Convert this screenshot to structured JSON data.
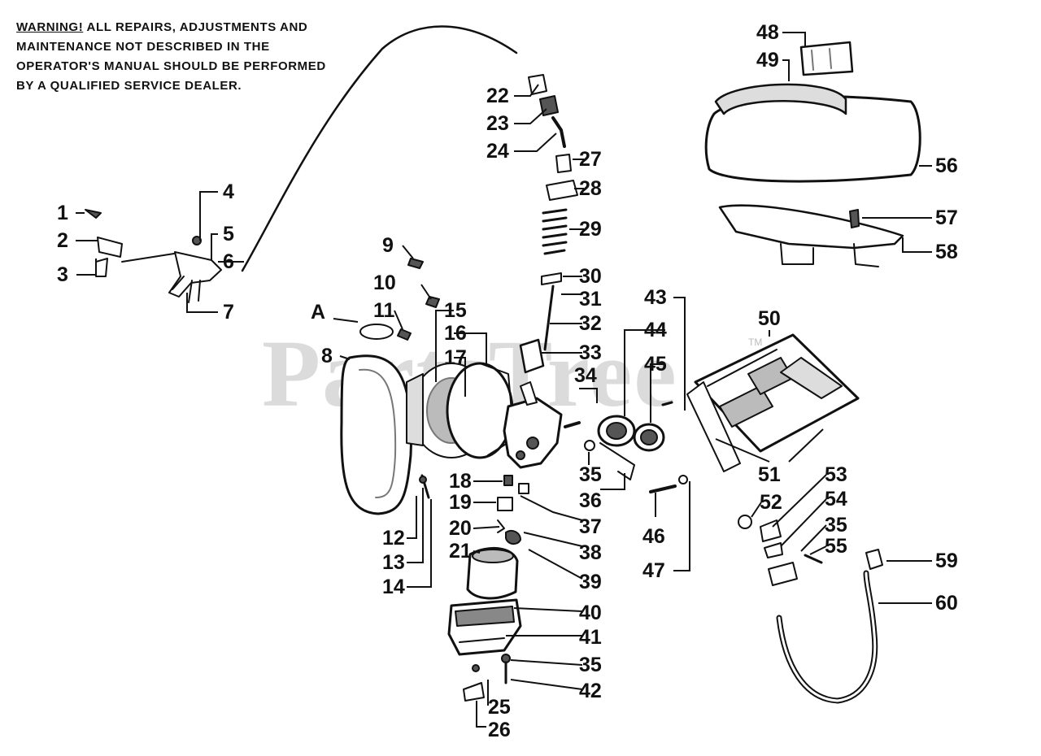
{
  "warning": {
    "heading": "WARNING!",
    "rest": " ALL REPAIRS, ADJUSTMENTS AND MAINTENANCE NOT DESCRIBED IN THE OPERATOR'S MANUAL SHOULD BE PERFORMED BY A QUALIFIED SERVICE DEALER."
  },
  "watermark": {
    "text": "PartsTree",
    "tm": "TM"
  },
  "callouts": [
    "1",
    "2",
    "3",
    "4",
    "5",
    "6",
    "7",
    "8",
    "9",
    "10",
    "11",
    "12",
    "13",
    "14",
    "15",
    "16",
    "17",
    "18",
    "19",
    "20",
    "21",
    "22",
    "23",
    "24",
    "25",
    "26",
    "27",
    "28",
    "29",
    "30",
    "31",
    "32",
    "33",
    "34",
    "35",
    "36",
    "37",
    "38",
    "39",
    "40",
    "41",
    "35",
    "42",
    "43",
    "44",
    "45",
    "46",
    "47",
    "48",
    "49",
    "50",
    "51",
    "52",
    "53",
    "54",
    "35",
    "55",
    "56",
    "57",
    "58",
    "59",
    "60",
    "A"
  ],
  "colors": {
    "ink": "#111111",
    "fill": "#ffffff",
    "shade": "#888888",
    "watermark": "#cfcfcf"
  }
}
